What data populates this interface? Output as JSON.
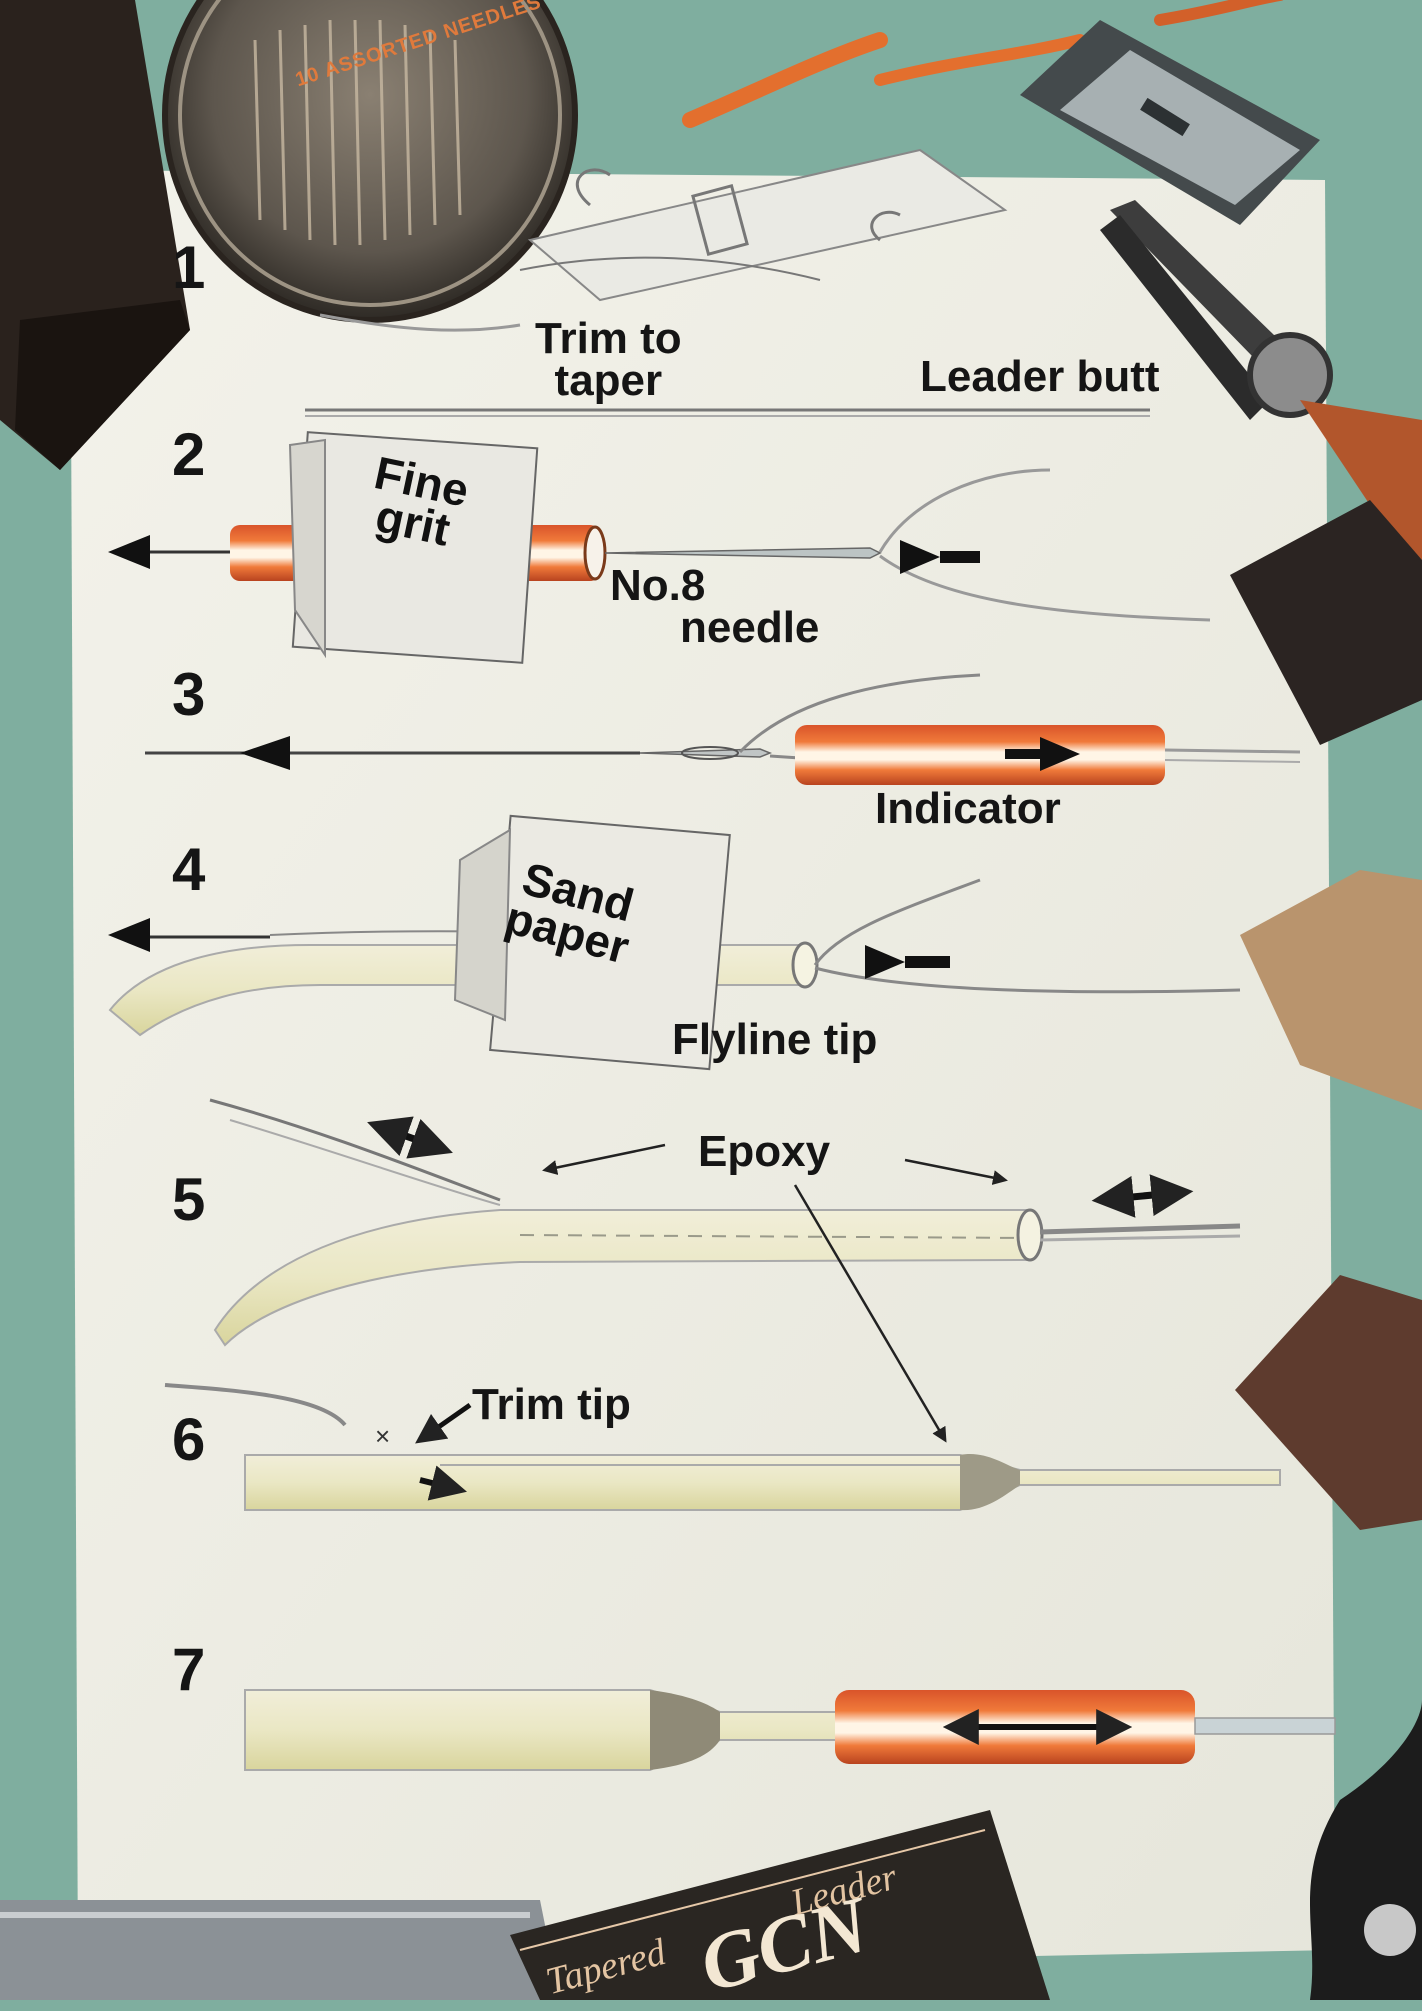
{
  "props": {
    "needle_pack_label": "10 ASSORTED NEEDLES",
    "leader_box_lines": [
      "Tapered",
      "Leader"
    ],
    "leader_box_brand": "GCN"
  },
  "steps": [
    {
      "number": "1",
      "labels": {
        "trim": "Trim to taper",
        "trim_line1": "Trim to",
        "trim_line2": "taper",
        "leader": "Leader butt"
      }
    },
    {
      "number": "2",
      "labels": {
        "card_line1": "Fine",
        "card_line2": "grit",
        "needle_line1": "No.8",
        "needle_line2": "needle"
      }
    },
    {
      "number": "3",
      "labels": {
        "indicator": "Indicator"
      }
    },
    {
      "number": "4",
      "labels": {
        "card_line1": "Sand",
        "card_line2": "paper",
        "flyline": "Flyline tip"
      }
    },
    {
      "number": "5",
      "labels": {
        "epoxy": "Epoxy"
      }
    },
    {
      "number": "6",
      "labels": {
        "trim_tip": "Trim tip"
      }
    },
    {
      "number": "7",
      "labels": {}
    }
  ]
}
